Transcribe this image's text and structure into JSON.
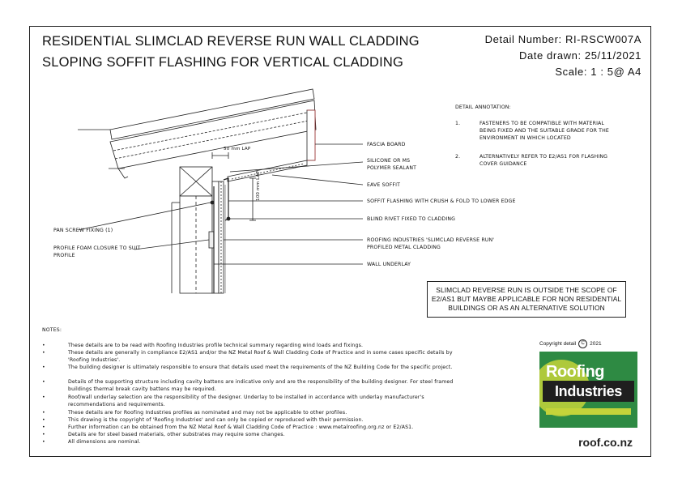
{
  "header": {
    "title_line1": "RESIDENTIAL SLIMCLAD REVERSE RUN WALL CLADDING",
    "title_line2": "SLOPING SOFFIT FLASHING FOR VERTICAL CLADDING",
    "detail_number": "Detail Number:  RI-RSCW007A",
    "date_drawn": "Date drawn:  25/11/2021",
    "scale": "Scale:    1 : 5@ A4"
  },
  "annotation": {
    "title": "DETAIL ANNOTATION:",
    "items": [
      {
        "num": "1.",
        "text": "FASTENERS TO BE COMPATIBLE WITH MATERIAL BEING FIXED AND THE SUITABLE GRADE FOR THE ENVIRONMENT IN WHICH LOCATED"
      },
      {
        "num": "2.",
        "text": "ALTERNATIVELY REFER TO E2/AS1 FOR FLASHING COVER GUIDANCE"
      }
    ]
  },
  "labels": {
    "fascia_board": "FASCIA BOARD",
    "silicone": "SILICONE OR MS POLYMER SEALANT",
    "eave_soffit": "EAVE SOFFIT",
    "soffit_flashing": "SOFFIT FLASHING WITH CRUSH & FOLD TO LOWER EDGE",
    "blind_rivet": "BLIND RIVET FIXED TO CLADDING",
    "cladding": "ROOFING INDUSTRIES 'SLIMCLAD REVERSE RUN' PROFILED METAL CLADDING",
    "wall_underlay": "WALL UNDERLAY",
    "pan_screw": "PAN SCREW FIXING (1)",
    "foam_closure": "PROFILE FOAM CLOSURE TO SUIT PROFILE",
    "dim_50": "50 mm LAP",
    "dim_100": "100 mm LAP"
  },
  "scope_note": "SLIMCLAD REVERSE RUN IS OUTSIDE THE SCOPE OF E2/AS1 BUT MAYBE APPLICABLE FOR NON RESIDENTIAL BUILDINGS OR AS AN ALTERNATIVE SOLUTION",
  "notes": {
    "heading": "NOTES:",
    "items": [
      "These details are to be read with Roofing Industries profile technical summary regarding wind loads and fixings.",
      "These details are generally in compliance E2/AS1 and/or the NZ Metal Roof & Wall Cladding Code of Practice and in some cases specific details by 'Roofing Industries'.",
      "The building designer is ultimately responsible to ensure that details used meet the requirements of the NZ Building Code for the specific project.",
      "Details of the supporting structure including cavity battens are indicative only and are the responsibility of the building designer. For steel framed buildings thermal break cavity battens may be required.",
      "Roof/wall underlay selection are the responsibility of the designer. Underlay to be installed in accordance with underlay manufacturer's recommendations and requirements.",
      "These details are for Roofing Industries profiles as nominated and may not be applicable to other profiles.",
      "This drawing is the copyright of 'Roofing Industries' and can only be copied or reproduced with their permission.",
      "Further information can be obtained from the NZ Metal Roof & Wall Cladding Code of Practice : www.metalroofing.org.nz or E2/AS1.",
      "Details are for steel based materials, other substrates may require some changes.",
      "All dimensions are nominal."
    ]
  },
  "copyright": {
    "label": "Copyright detail",
    "symbol": "C",
    "year": "2021"
  },
  "logo": {
    "word1": "Roofing",
    "word2": "Industries",
    "url": "roof.co.nz",
    "green": "#2e8a43",
    "lime": "#c4d33a"
  }
}
